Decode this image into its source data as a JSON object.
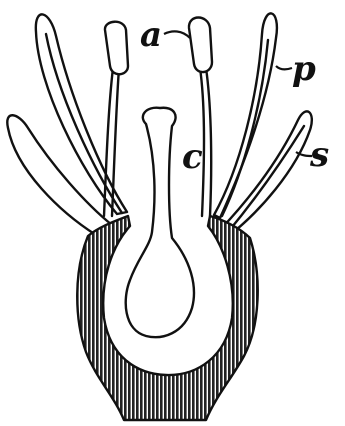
{
  "figure": {
    "labels": {
      "anther": "a",
      "petal": "p",
      "carpel": "c",
      "sepal": "s"
    },
    "colors": {
      "ink": "#111111",
      "paper": "#ffffff",
      "hatch": "#3a3a3a"
    }
  }
}
